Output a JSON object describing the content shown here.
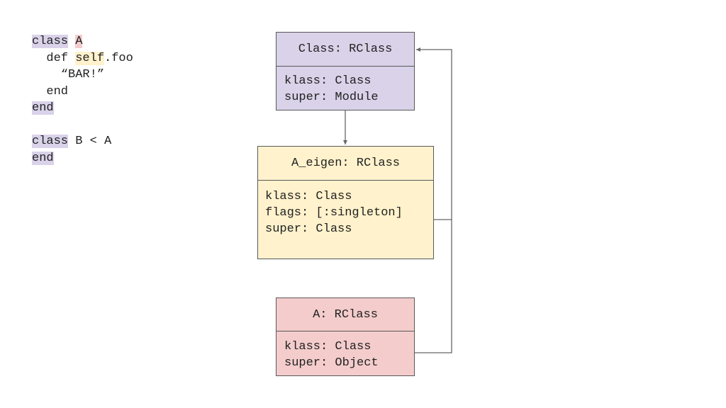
{
  "colors": {
    "class_box_fill": "#d9d2e9",
    "eigen_box_fill": "#fff2cc",
    "a_box_fill": "#f4cccc",
    "border": "#595959",
    "connector": "#666666"
  },
  "code": {
    "line1": {
      "kw": "class",
      "sp": " ",
      "name": "A"
    },
    "line2": {
      "indent": "  def ",
      "self": "self",
      "rest": ".foo"
    },
    "line3": {
      "text": "    “BAR!”"
    },
    "line4": {
      "text": "  end"
    },
    "line5": {
      "kw": "end"
    },
    "line7": {
      "kw": "class",
      "rest": " B < A"
    },
    "line8": {
      "kw": "end"
    }
  },
  "boxes": {
    "rclass": {
      "title": "Class: RClass",
      "fields": [
        "klass: Class",
        "super: Module"
      ]
    },
    "a_eigen": {
      "title": "A_eigen: RClass",
      "fields": [
        "klass: Class",
        "flags: [:singleton]",
        "super: Class"
      ]
    },
    "a": {
      "title": "A: RClass",
      "fields": [
        "klass: Class",
        "super: Object"
      ]
    }
  }
}
